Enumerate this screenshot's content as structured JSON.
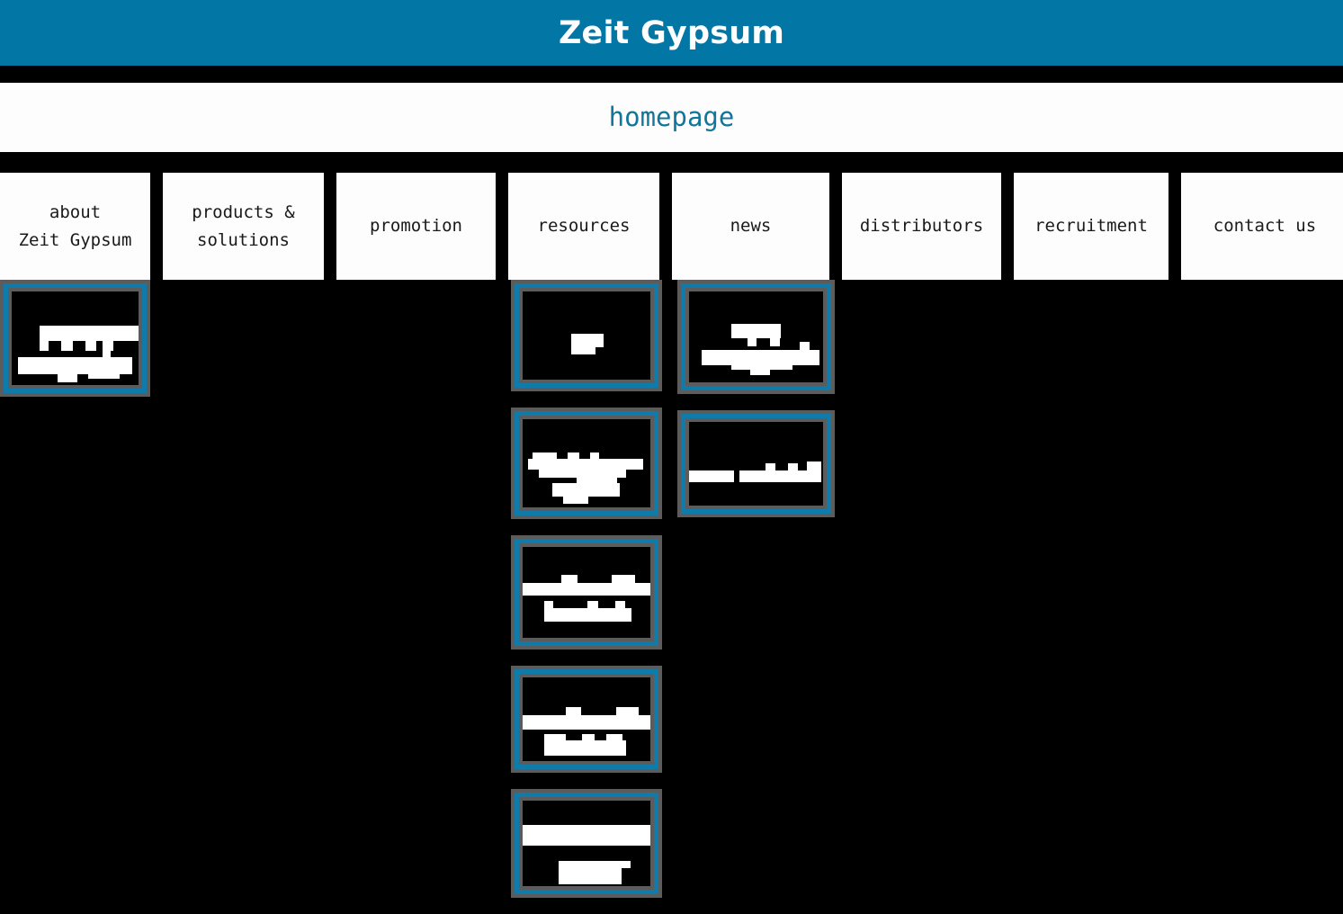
{
  "header": {
    "title": "Zeit Gypsum",
    "bg_color": "#0277a5",
    "text_color": "#ffffff"
  },
  "breadcrumb": {
    "label": "homepage",
    "color": "#12769c",
    "bg_color": "#fdfdfd"
  },
  "nav": {
    "tabs": [
      {
        "label": "about\nZeit Gypsum",
        "name": "about-zeit-gypsum"
      },
      {
        "label": "products &\nsolutions",
        "name": "products-and-solutions"
      },
      {
        "label": "promotion",
        "name": "promotion"
      },
      {
        "label": "resources",
        "name": "resources"
      },
      {
        "label": "news",
        "name": "news"
      },
      {
        "label": "distributors",
        "name": "distributors"
      },
      {
        "label": "recruitment",
        "name": "recruitment"
      },
      {
        "label": "contact us",
        "name": "contact-us"
      }
    ]
  },
  "sitemap": {
    "note": "child nodes rendered as redacted white text bars on black cards with blue frames",
    "accent_color": "#0f7bab",
    "frame_color": "#5c5c5c",
    "columns": [
      {
        "name": "about-zeit-gypsum-children",
        "parent": "about\nZeit Gypsum",
        "nodes": [
          {
            "name": "redacted-node",
            "lines": 2
          }
        ]
      },
      {
        "name": "resources-children",
        "parent": "resources",
        "nodes": [
          {
            "name": "redacted-node",
            "lines": 1
          },
          {
            "name": "redacted-node",
            "lines": 2
          },
          {
            "name": "redacted-node",
            "lines": 2
          },
          {
            "name": "redacted-node",
            "lines": 2
          },
          {
            "name": "redacted-node",
            "lines": 2
          }
        ]
      },
      {
        "name": "news-children",
        "parent": "news",
        "nodes": [
          {
            "name": "redacted-node",
            "lines": 2
          },
          {
            "name": "redacted-node",
            "lines": 1
          }
        ]
      }
    ]
  }
}
